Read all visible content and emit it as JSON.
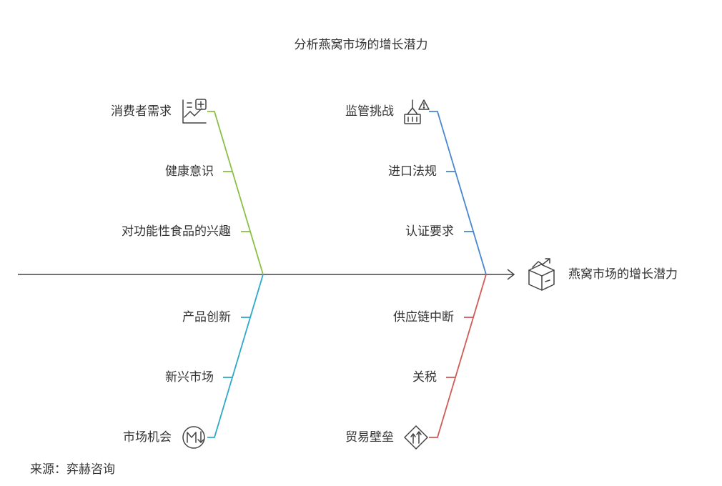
{
  "title": "分析燕窝市场的增长潜力",
  "head_label": "燕窝市场的增长潜力",
  "source": "来源：弈赫咨询",
  "colors": {
    "spine": "#444444",
    "green": "#8bbf45",
    "blue": "#4a86cf",
    "cyan": "#2ea8c9",
    "red": "#d05a55"
  },
  "branches": {
    "consumer": {
      "label": "消费者需求",
      "causes": [
        "健康意识",
        "对功能性食品的兴趣"
      ],
      "icon": "chart-plus-icon"
    },
    "regulation": {
      "label": "监管挑战",
      "causes": [
        "进口法规",
        "认证要求"
      ],
      "icon": "cart-warning-icon"
    },
    "market": {
      "label": "市场机会",
      "causes": [
        "产品创新",
        "新兴市场"
      ],
      "icon": "m-down-arrow-icon"
    },
    "trade": {
      "label": "贸易壁垒",
      "causes": [
        "供应链中断",
        "关税"
      ],
      "icon": "up-arrow-diamond-icon"
    }
  },
  "head_icon": "box-trend-icon"
}
